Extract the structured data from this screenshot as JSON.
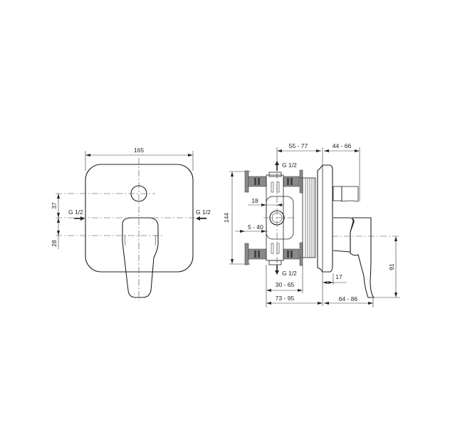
{
  "front_view": {
    "width_label": "165",
    "dim_upper_label": "37",
    "dim_lower_label": "28",
    "inlet_left_label": "G 1/2",
    "inlet_right_label": "G 1/2"
  },
  "side_view": {
    "dim_55_77": "55 - 77",
    "dim_44_66": "44 - 66",
    "outlet_top_label": "G 1/2",
    "outlet_bottom_label": "G 1/2",
    "dim_144": "144",
    "dim_18": "18",
    "dim_5_40": "5 - 40",
    "dim_30_65": "30 - 65",
    "dim_73_95": "73 - 95",
    "dim_17": "17",
    "dim_64_86": "64 - 86",
    "dim_91": "91"
  },
  "colors": {
    "line": "#222222",
    "fitting_grey": "#8a8a8a"
  }
}
